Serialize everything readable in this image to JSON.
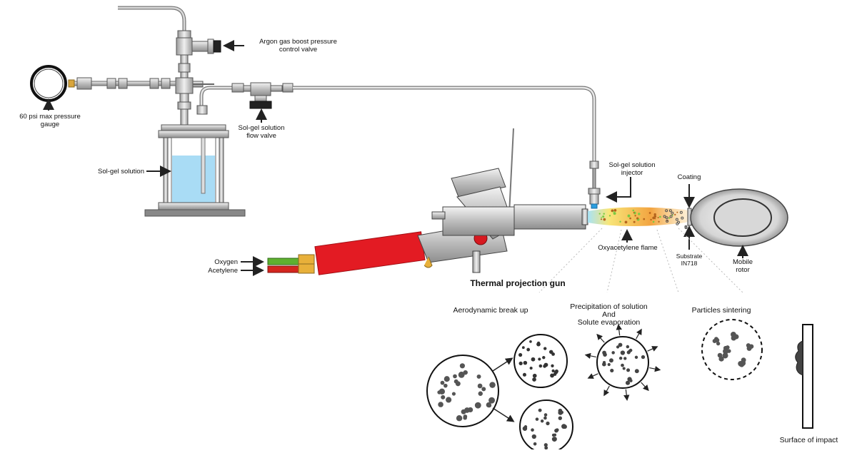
{
  "labels": {
    "argon_valve": "Argon gas boost pressure\ncontrol valve",
    "pressure_gauge": "60 psi max pressure\ngauge",
    "solution_flow_valve": "Sol-gel solution\nflow valve",
    "sol_gel_solution": "Sol-gel solution",
    "solution_injector": "Sol-gel solution\ninjector",
    "coating": "Coating",
    "oxygen": "Oxygen",
    "acetylene": "Acetylene",
    "oxyacetylene_flame": "Oxyacetylene flame",
    "substrate": "Substrate\nIN718",
    "mobile_rotor": "Mobile\nrotor",
    "thermal_projection_gun": "Thermal projection gun",
    "aerodynamic_break_up": "Aerodynamic break up",
    "precipitation": "Precipitation of solution\nAnd\nSolute evaporation",
    "particles_sintering": "Particles sintering",
    "surface_of_impact": "Surface of impact"
  },
  "colors": {
    "solution_fill": "#a9dcf5",
    "hose_red": "#e31b23",
    "oxygen_green": "#5fb130",
    "acetylene_red": "#d4261e",
    "fitting_gold": "#e8b03a",
    "flame_orange": "#f0a030",
    "gun_metal": "#cfcfcf"
  }
}
